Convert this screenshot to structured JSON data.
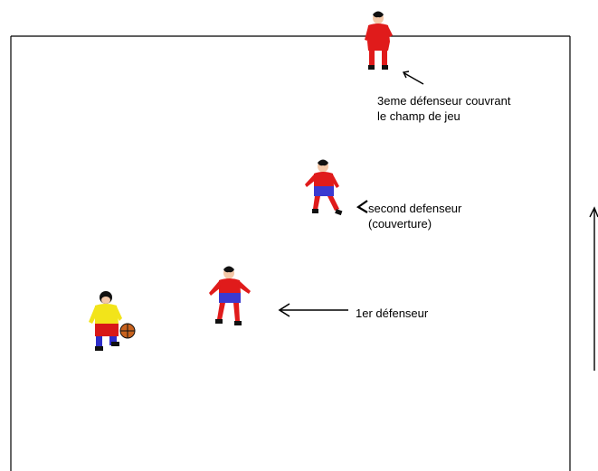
{
  "labels": {
    "third_defender_line1": "3eme défenseur couvrant",
    "third_defender_line2": "le champ de jeu",
    "second_defender_line1": "second defenseur",
    "second_defender_line2": "(couverture)",
    "first_defender": "1er défenseur"
  },
  "colors": {
    "field_line": "#000000",
    "defender_shirt": "#e01b1b",
    "defender_shorts_top": "#e01b1b",
    "defender_shorts_alt": "#3a3ad0",
    "defender_socks": "#e01b1b",
    "attacker_shirt": "#f2e41a",
    "attacker_shorts": "#d81818",
    "attacker_socks": "#2d2dc8",
    "ball": "#c8621e",
    "skin": "#f4c8a8",
    "hair": "#111111"
  },
  "icons": {
    "player_defender": "defender-player-icon",
    "player_attacker": "attacker-player-icon",
    "ball": "ball-icon",
    "arrow": "arrow-icon"
  }
}
